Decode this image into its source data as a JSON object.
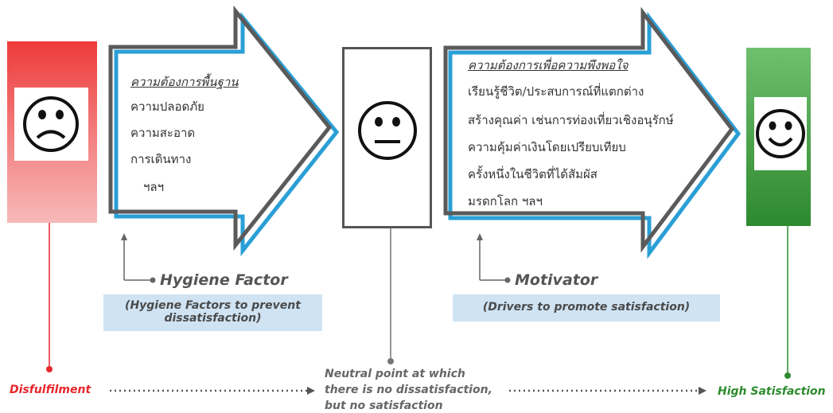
{
  "left_arrow": {
    "heading": "ความต้องการพื้นฐาน",
    "items": [
      "ความปลอดภัย",
      "ความสะอาด",
      "การเดินทาง",
      "ฯลฯ"
    ]
  },
  "right_arrow": {
    "heading": "ความต้องการเพื่อความพึงพอใจ",
    "items": [
      "เรียนรู้ชีวิต/ประสบการณ์ที่แตกต่าง",
      "สร้างคุณค่า เช่นการท่องเที่ยวเชิงอนุรักษ์",
      "ความคุ้มค่าเงินโดยเปรียบเทียบ",
      "ครั้งหนึ่งในชีวิตที่ได้สัมผัส",
      "มรดกโลก  ฯลฯ"
    ]
  },
  "hygiene": {
    "label": "Hygiene Factor",
    "description": "(Hygiene Factors to prevent dissatisfaction)"
  },
  "motivator": {
    "label": "Motivator",
    "description": "(Drivers to promote satisfaction)"
  },
  "axis": {
    "left_label": "Disfulfilment",
    "neutral_lines": [
      "Neutral point at which",
      "there is no dissatisfaction,",
      "but no satisfaction"
    ],
    "right_label": "High Satisfaction"
  },
  "faces": {
    "left": "sad-face-icon",
    "middle": "neutral-face-icon",
    "right": "happy-face-icon"
  },
  "colors": {
    "red": "#e8262c",
    "green": "#2e8b2e",
    "gray": "#555555",
    "blue_outline": "#2a9fd6",
    "blue_box": "#cfe3f3"
  }
}
